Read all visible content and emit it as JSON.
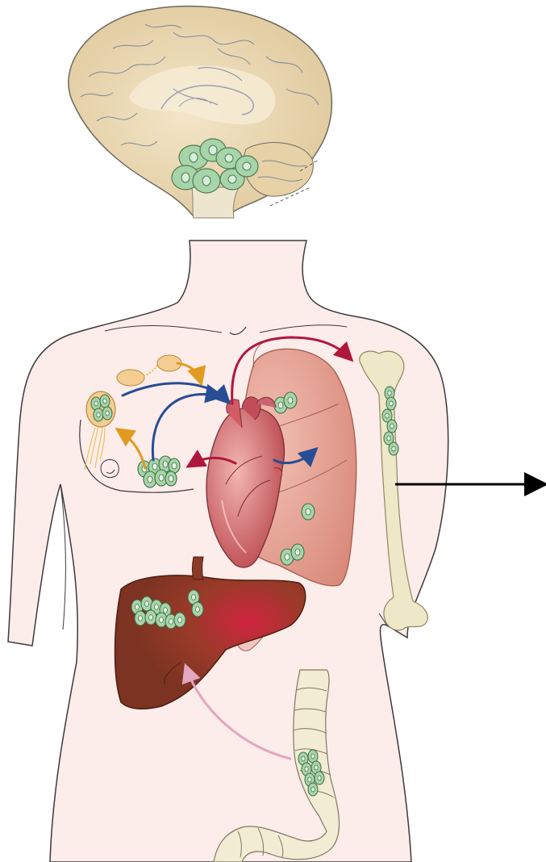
{
  "figure": {
    "description_note": "",
    "organs": [
      "brain",
      "breast",
      "lymph-nodes",
      "lung",
      "heart",
      "bone",
      "liver",
      "colon"
    ],
    "colors": {
      "skin": "#fcecea",
      "outline": "#3c3a3a",
      "brain": "#e8d6b0",
      "brain_folds": "#6b7a95",
      "tumor_cell": "#a7d4a8",
      "tumor_nucleus": "#d6eedb",
      "lung": "#e7a89a",
      "heart": "#cf6f73",
      "liver": "#8a3b27",
      "liver_hot": "#c81c3a",
      "bone": "#efe8c8",
      "colon": "#f1ecd3",
      "arrow_red": "#b0173c",
      "arrow_blue": "#274d94",
      "arrow_orange": "#e19a1f",
      "arrow_pink": "#e2a6c0",
      "pointer_arrow": "#000000"
    }
  }
}
